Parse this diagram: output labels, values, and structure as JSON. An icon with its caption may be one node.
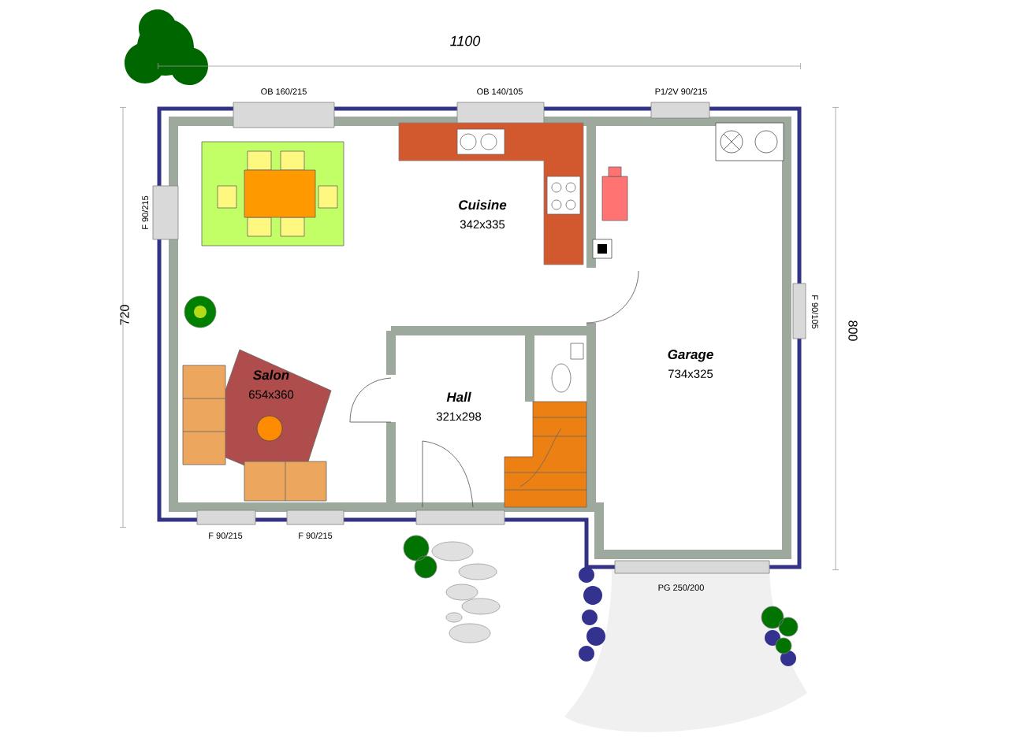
{
  "diagram": {
    "nodes": [
      {
        "text": [
          "Cuisine",
          "342x335"
        ]
      },
      {
        "text": [
          "Salon",
          "654x360"
        ]
      },
      {
        "text": [
          "Hall",
          "321x298"
        ]
      },
      {
        "text": [
          "Garage",
          "734x325"
        ]
      }
    ],
    "labels": [
      "1100",
      "OB 160/215",
      "OB 140/105",
      "P1/2V 90/215",
      "F 90/215",
      "720",
      "F 90/105",
      "800",
      "F 90/215",
      "F 90/215",
      "PG 250/200"
    ]
  }
}
